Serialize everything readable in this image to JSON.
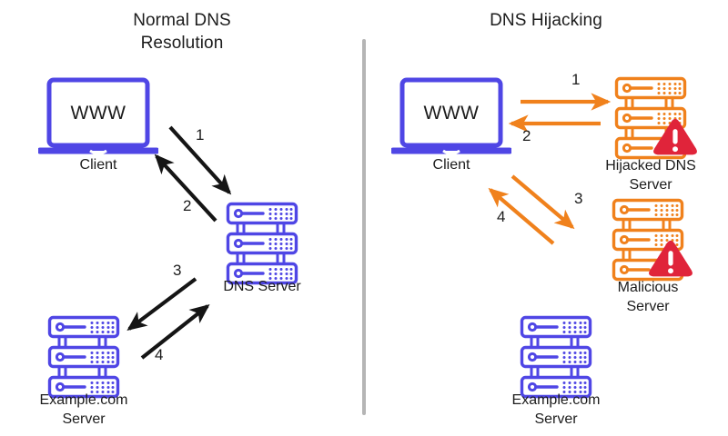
{
  "diagram": {
    "title_semantic": "dns-hijacking-comparison-diagram",
    "background": "#ffffff",
    "colors": {
      "blue": "#4f46e5",
      "orange": "#f0811c",
      "red": "#e0243a",
      "black": "#151515",
      "divider": "#b5b5b5",
      "text": "#1c1c1c"
    }
  },
  "panels": {
    "left": {
      "title_line1": "Normal DNS",
      "title_line2": "Resolution",
      "nodes": {
        "client": {
          "screen_text": "WWW",
          "label": "Client"
        },
        "dns_server": {
          "label": "DNS Server"
        },
        "example_server": {
          "label_line1": "Example.com",
          "label_line2": "Server"
        }
      },
      "steps": [
        {
          "num": "1",
          "from": "client",
          "to": "dns_server",
          "direction": "down-right"
        },
        {
          "num": "2",
          "from": "dns_server",
          "to": "client",
          "direction": "up-left"
        },
        {
          "num": "3",
          "from": "dns_server",
          "to": "example_server",
          "direction": "down-left"
        },
        {
          "num": "4",
          "from": "example_server",
          "to": "dns_server",
          "direction": "up-right"
        }
      ]
    },
    "right": {
      "title_line1": "DNS Hijacking",
      "title_line2": "",
      "nodes": {
        "client": {
          "screen_text": "WWW",
          "label": "Client"
        },
        "hijacked_dns_server": {
          "label_line1": "Hijacked DNS",
          "label_line2": "Server",
          "badge": "warning"
        },
        "malicious_server": {
          "label_line1": "Malicious",
          "label_line2": "Server",
          "badge": "warning"
        },
        "example_server": {
          "label_line1": "Example.com",
          "label_line2": "Server"
        }
      },
      "steps": [
        {
          "num": "1",
          "from": "client",
          "to": "hijacked_dns_server",
          "direction": "right"
        },
        {
          "num": "2",
          "from": "hijacked_dns_server",
          "to": "client",
          "direction": "left"
        },
        {
          "num": "3",
          "from": "client",
          "to": "malicious_server",
          "direction": "down-right"
        },
        {
          "num": "4",
          "from": "malicious_server",
          "to": "client",
          "direction": "up-left"
        }
      ]
    }
  },
  "icons": {
    "laptop": "laptop-icon",
    "server": "server-rack-icon",
    "warning": "warning-triangle-icon",
    "divider": "vertical-divider"
  }
}
